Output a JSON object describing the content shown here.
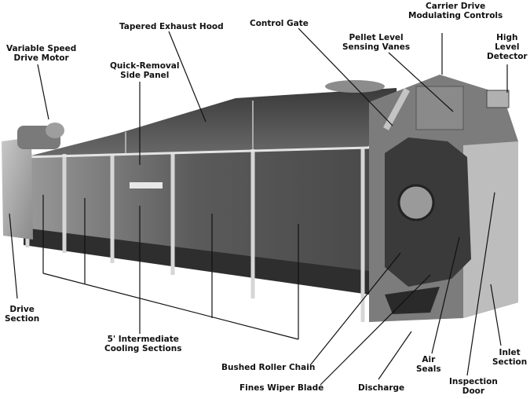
{
  "labels": {
    "variable_speed_drive_motor": "Variable Speed\nDrive Motor",
    "tapered_exhaust_hood": "Tapered Exhaust Hood",
    "control_gate": "Control Gate",
    "carrier_drive_modulating_controls": "Carrier Drive\nModulating Controls",
    "pellet_level_sensing_vanes": "Pellet Level\nSensing Vanes",
    "high_level_detector": "High\nLevel\nDetector",
    "quick_removal_side_panel": "Quick-Removal\nSide Panel",
    "drive_section": "Drive\nSection",
    "intermediate_cooling_sections": "5' Intermediate\nCooling Sections",
    "bushed_roller_chain": "Bushed Roller Chain",
    "fines_wiper_blade": "Fines Wiper Blade",
    "discharge": "Discharge",
    "air_seals": "Air\nSeals",
    "inspection_door": "Inspection\nDoor",
    "inlet_section": "Inlet\nSection"
  }
}
